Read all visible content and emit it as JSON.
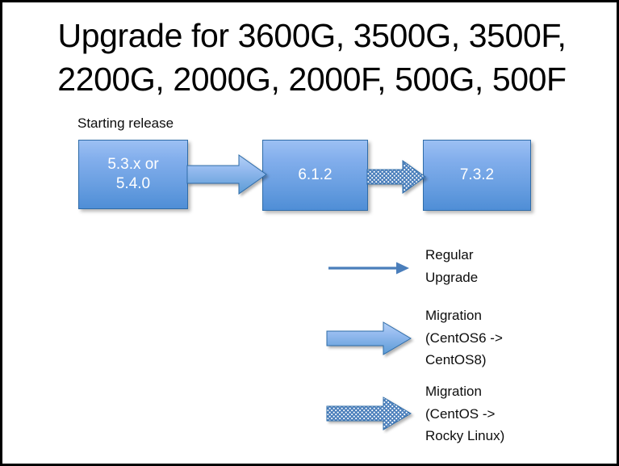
{
  "slide": {
    "title": "Upgrade for 3600G, 3500G, 3500F,\n2200G, 2000G, 2000F, 500G, 500F",
    "border_color": "#000000",
    "background_color": "#ffffff"
  },
  "flow": {
    "starting_release_label": "Starting release",
    "nodes": [
      {
        "id": "box-1",
        "label": "5.3.x or\n5.4.0"
      },
      {
        "id": "box-2",
        "label": "6.1.2"
      },
      {
        "id": "box-3",
        "label": "7.3.2"
      }
    ],
    "connectors": [
      {
        "id": "arrow-flow-1",
        "from": "box-1",
        "to": "box-2",
        "style": "solid-block-arrow"
      },
      {
        "id": "arrow-flow-2",
        "from": "box-2",
        "to": "box-3",
        "style": "dotted-block-arrow"
      }
    ]
  },
  "legend": {
    "items": [
      {
        "arrow_style": "thin-line-arrow",
        "label": "Regular\nUpgrade"
      },
      {
        "arrow_style": "solid-block-arrow",
        "label": "Migration\n(CentOS6 ->\n CentOS8)"
      },
      {
        "arrow_style": "dotted-block-arrow",
        "label": "Migration\n(CentOS ->\n Rocky Linux)"
      }
    ]
  },
  "colors": {
    "box_gradient_top": "#9cc0f3",
    "box_gradient_bottom": "#4f8ed6",
    "box_border": "#2f6ca8",
    "arrow_fill_top": "#a7c8f2",
    "arrow_fill_bottom": "#5b9bd5",
    "arrow_border": "#2f6ca8",
    "thin_arrow": "#4a7ebb",
    "dot_pattern": "#ffffff",
    "text_dark": "#0d0d0d",
    "text_on_box": "#ffffff"
  }
}
